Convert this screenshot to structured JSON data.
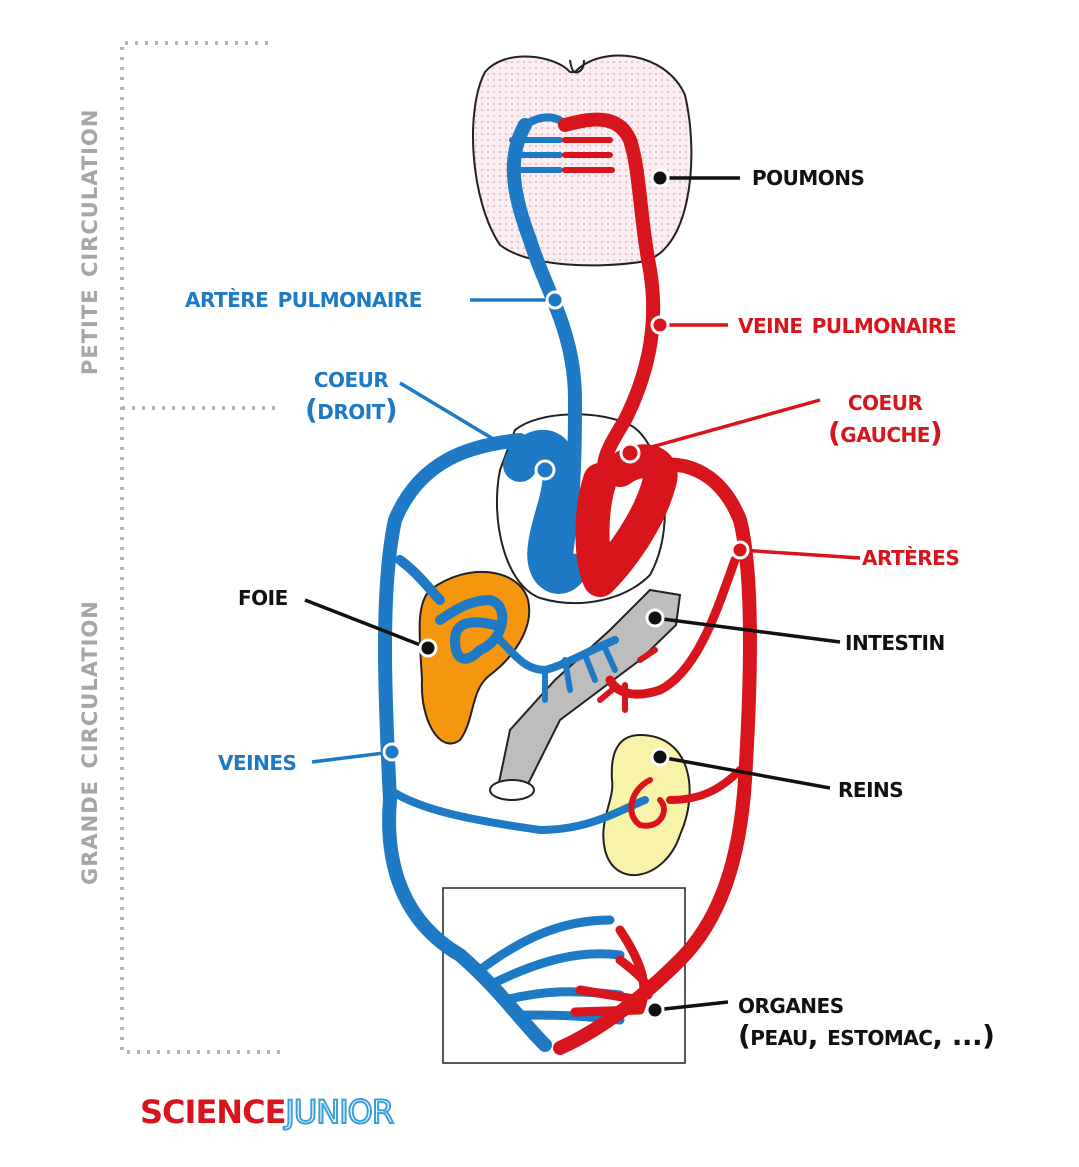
{
  "sections": {
    "petite": "Petite circulation",
    "grande": "Grande circulation"
  },
  "labels": {
    "poumons": "Poumons",
    "artere_pulmonaire": "Artère pulmonaire",
    "veine_pulmonaire": "Veine pulmonaire",
    "coeur_droit_1": "Coeur",
    "coeur_droit_2": "(droit)",
    "coeur_gauche_1": "Coeur",
    "coeur_gauche_2": "(gauche)",
    "arteres": "Artères",
    "foie": "Foie",
    "intestin": "Intestin",
    "veines": "Veines",
    "reins": "Reins",
    "organes_1": "Organes",
    "organes_2": "(peau, estomac, ...)"
  },
  "brand": {
    "part1": "Science",
    "part2": "Junior"
  },
  "colors": {
    "venous": "#1e7ac4",
    "arterial": "#d8141c",
    "liver": "#f5960f",
    "kidney": "#f8f3a8",
    "intestine": "#bdbdbd",
    "lungs": "#f4dde4",
    "section_text": "#a6a6a6"
  }
}
